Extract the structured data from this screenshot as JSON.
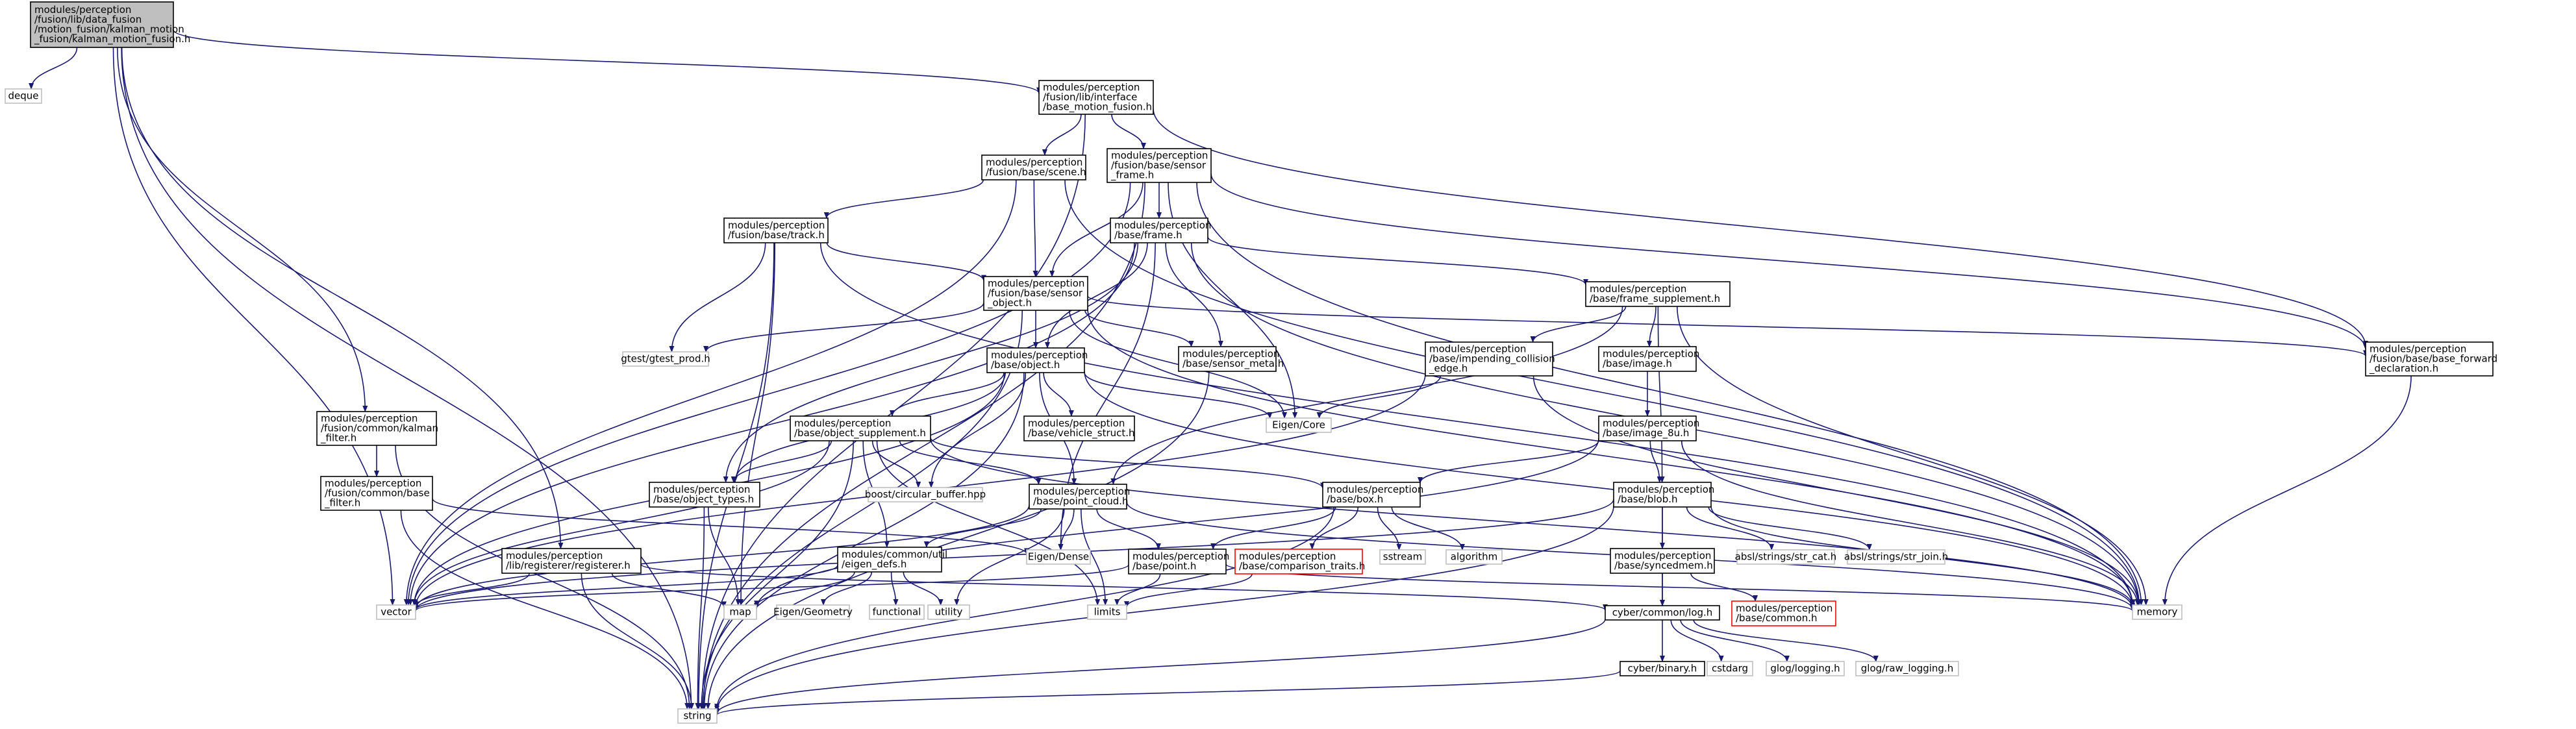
{
  "colors": {
    "edge": "#191970",
    "root_fill": "#bfbfbf",
    "root_stroke": "#000000",
    "header_stroke": "#000000",
    "external_stroke": "#bfbfbf",
    "missing_stroke": "#ff0000",
    "text": "#000000"
  },
  "nodes": [
    {
      "id": "root",
      "kind": "root",
      "lines": [
        "modules/perception",
        "/fusion/lib/data_fusion",
        "/motion_fusion/kalman_motion",
        "_fusion/kalman_motion_fusion.h"
      ]
    },
    {
      "id": "deque",
      "kind": "external",
      "lines": [
        "deque"
      ]
    },
    {
      "id": "base_motion_fusion",
      "kind": "header",
      "lines": [
        "modules/perception",
        "/fusion/lib/interface",
        "/base_motion_fusion.h"
      ]
    },
    {
      "id": "scene",
      "kind": "header",
      "lines": [
        "modules/perception",
        "/fusion/base/scene.h"
      ]
    },
    {
      "id": "sensor_frame",
      "kind": "header",
      "lines": [
        "modules/perception",
        "/fusion/base/sensor",
        "_frame.h"
      ]
    },
    {
      "id": "track",
      "kind": "header",
      "lines": [
        "modules/perception",
        "/fusion/base/track.h"
      ]
    },
    {
      "id": "frame",
      "kind": "header",
      "lines": [
        "modules/perception",
        "/base/frame.h"
      ]
    },
    {
      "id": "sensor_object",
      "kind": "header",
      "lines": [
        "modules/perception",
        "/fusion/base/sensor",
        "_object.h"
      ]
    },
    {
      "id": "frame_supplement",
      "kind": "header",
      "lines": [
        "modules/perception",
        "/base/frame_supplement.h"
      ]
    },
    {
      "id": "base_forward_declaration",
      "kind": "header",
      "lines": [
        "modules/perception",
        "/fusion/base/base_forward",
        "_declaration.h"
      ]
    },
    {
      "id": "gtest_prod",
      "kind": "external",
      "lines": [
        "gtest/gtest_prod.h"
      ]
    },
    {
      "id": "sensor_meta",
      "kind": "header",
      "lines": [
        "modules/perception",
        "/base/sensor_meta.h"
      ]
    },
    {
      "id": "impending_collision_edge",
      "kind": "header",
      "lines": [
        "modules/perception",
        "/base/impending_collision",
        "_edge.h"
      ]
    },
    {
      "id": "image",
      "kind": "header",
      "lines": [
        "modules/perception",
        "/base/image.h"
      ]
    },
    {
      "id": "object",
      "kind": "header",
      "lines": [
        "modules/perception",
        "/base/object.h"
      ]
    },
    {
      "id": "kalman_filter",
      "kind": "header",
      "lines": [
        "modules/perception",
        "/fusion/common/kalman",
        "_filter.h"
      ]
    },
    {
      "id": "object_supplement",
      "kind": "header",
      "lines": [
        "modules/perception",
        "/base/object_supplement.h"
      ]
    },
    {
      "id": "vehicle_struct",
      "kind": "header",
      "lines": [
        "modules/perception",
        "/base/vehicle_struct.h"
      ]
    },
    {
      "id": "eigen_core",
      "kind": "external",
      "lines": [
        "Eigen/Core"
      ]
    },
    {
      "id": "image_8u",
      "kind": "header",
      "lines": [
        "modules/perception",
        "/base/image_8u.h"
      ]
    },
    {
      "id": "base_filter",
      "kind": "header",
      "lines": [
        "modules/perception",
        "/fusion/common/base",
        "_filter.h"
      ]
    },
    {
      "id": "object_types",
      "kind": "header",
      "lines": [
        "modules/perception",
        "/base/object_types.h"
      ]
    },
    {
      "id": "circular_buffer",
      "kind": "external",
      "lines": [
        "boost/circular_buffer.hpp"
      ]
    },
    {
      "id": "point_cloud",
      "kind": "header",
      "lines": [
        "modules/perception",
        "/base/point_cloud.h"
      ]
    },
    {
      "id": "box",
      "kind": "header",
      "lines": [
        "modules/perception",
        "/base/box.h"
      ]
    },
    {
      "id": "blob",
      "kind": "header",
      "lines": [
        "modules/perception",
        "/base/blob.h"
      ]
    },
    {
      "id": "registerer",
      "kind": "header",
      "lines": [
        "modules/perception",
        "/lib/registerer/registerer.h"
      ]
    },
    {
      "id": "eigen_defs",
      "kind": "header",
      "lines": [
        "modules/common/util",
        "/eigen_defs.h"
      ]
    },
    {
      "id": "eigen_dense",
      "kind": "external",
      "lines": [
        "Eigen/Dense"
      ]
    },
    {
      "id": "point",
      "kind": "header",
      "lines": [
        "modules/perception",
        "/base/point.h"
      ]
    },
    {
      "id": "comparison_traits",
      "kind": "missing",
      "lines": [
        "modules/perception",
        "/base/comparison_traits.h"
      ]
    },
    {
      "id": "sstream",
      "kind": "external",
      "lines": [
        "sstream"
      ]
    },
    {
      "id": "algorithm",
      "kind": "external",
      "lines": [
        "algorithm"
      ]
    },
    {
      "id": "syncedmem",
      "kind": "header",
      "lines": [
        "modules/perception",
        "/base/syncedmem.h"
      ]
    },
    {
      "id": "str_cat",
      "kind": "external",
      "lines": [
        "absl/strings/str_cat.h"
      ]
    },
    {
      "id": "str_join",
      "kind": "external",
      "lines": [
        "absl/strings/str_join.h"
      ]
    },
    {
      "id": "vector",
      "kind": "external",
      "lines": [
        "vector"
      ]
    },
    {
      "id": "map",
      "kind": "external",
      "lines": [
        "map"
      ]
    },
    {
      "id": "eigen_geometry",
      "kind": "external",
      "lines": [
        "Eigen/Geometry"
      ]
    },
    {
      "id": "functional",
      "kind": "external",
      "lines": [
        "functional"
      ]
    },
    {
      "id": "utility",
      "kind": "external",
      "lines": [
        "utility"
      ]
    },
    {
      "id": "limits",
      "kind": "external",
      "lines": [
        "limits"
      ]
    },
    {
      "id": "cyber_log",
      "kind": "header",
      "lines": [
        "cyber/common/log.h"
      ]
    },
    {
      "id": "perception_common",
      "kind": "missing",
      "lines": [
        "modules/perception",
        "/base/common.h"
      ]
    },
    {
      "id": "memory",
      "kind": "external",
      "lines": [
        "memory"
      ]
    },
    {
      "id": "cyber_binary",
      "kind": "header",
      "lines": [
        "cyber/binary.h"
      ]
    },
    {
      "id": "cstdarg",
      "kind": "external",
      "lines": [
        "cstdarg"
      ]
    },
    {
      "id": "glog_logging",
      "kind": "external",
      "lines": [
        "glog/logging.h"
      ]
    },
    {
      "id": "glog_raw_logging",
      "kind": "external",
      "lines": [
        "glog/raw_logging.h"
      ]
    },
    {
      "id": "string",
      "kind": "external",
      "lines": [
        "string"
      ]
    }
  ],
  "edges": [
    [
      "root",
      "deque"
    ],
    [
      "root",
      "base_motion_fusion"
    ],
    [
      "root",
      "kalman_filter"
    ],
    [
      "root",
      "registerer"
    ],
    [
      "root",
      "vector"
    ],
    [
      "root",
      "string"
    ],
    [
      "base_motion_fusion",
      "scene"
    ],
    [
      "base_motion_fusion",
      "sensor_frame"
    ],
    [
      "base_motion_fusion",
      "base_forward_declaration"
    ],
    [
      "base_motion_fusion",
      "string"
    ],
    [
      "scene",
      "track"
    ],
    [
      "scene",
      "sensor_object"
    ],
    [
      "scene",
      "vector"
    ],
    [
      "scene",
      "memory"
    ],
    [
      "sensor_frame",
      "frame"
    ],
    [
      "sensor_frame",
      "sensor_object"
    ],
    [
      "sensor_frame",
      "base_forward_declaration"
    ],
    [
      "sensor_frame",
      "eigen_core"
    ],
    [
      "sensor_frame",
      "memory"
    ],
    [
      "sensor_frame",
      "string"
    ],
    [
      "sensor_frame",
      "vector"
    ],
    [
      "track",
      "sensor_object"
    ],
    [
      "track",
      "gtest_prod"
    ],
    [
      "track",
      "map"
    ],
    [
      "track",
      "memory"
    ],
    [
      "track",
      "string"
    ],
    [
      "frame",
      "frame_supplement"
    ],
    [
      "frame",
      "object"
    ],
    [
      "frame",
      "sensor_meta"
    ],
    [
      "frame",
      "object_types"
    ],
    [
      "frame",
      "eigen_dense"
    ],
    [
      "frame",
      "memory"
    ],
    [
      "frame",
      "vector"
    ],
    [
      "sensor_object",
      "object"
    ],
    [
      "sensor_object",
      "sensor_meta"
    ],
    [
      "sensor_object",
      "base_forward_declaration"
    ],
    [
      "sensor_object",
      "gtest_prod"
    ],
    [
      "sensor_object",
      "eigen_core"
    ],
    [
      "sensor_object",
      "memory"
    ],
    [
      "sensor_object",
      "string"
    ],
    [
      "frame_supplement",
      "impending_collision_edge"
    ],
    [
      "frame_supplement",
      "image"
    ],
    [
      "frame_supplement",
      "blob"
    ],
    [
      "frame_supplement",
      "point_cloud"
    ],
    [
      "frame_supplement",
      "memory"
    ],
    [
      "base_forward_declaration",
      "memory"
    ],
    [
      "sensor_meta",
      "string"
    ],
    [
      "impending_collision_edge",
      "eigen_core"
    ],
    [
      "impending_collision_edge",
      "vector"
    ],
    [
      "impending_collision_edge",
      "memory"
    ],
    [
      "image",
      "image_8u"
    ],
    [
      "object",
      "object_supplement"
    ],
    [
      "object",
      "vehicle_struct"
    ],
    [
      "object",
      "object_types"
    ],
    [
      "object",
      "point_cloud"
    ],
    [
      "object",
      "circular_buffer"
    ],
    [
      "object",
      "eigen_core"
    ],
    [
      "object",
      "memory"
    ],
    [
      "object",
      "vector"
    ],
    [
      "object",
      "string"
    ],
    [
      "kalman_filter",
      "base_filter"
    ],
    [
      "kalman_filter",
      "string"
    ],
    [
      "object_supplement",
      "object_types"
    ],
    [
      "object_supplement",
      "circular_buffer"
    ],
    [
      "object_supplement",
      "point_cloud"
    ],
    [
      "object_supplement",
      "box"
    ],
    [
      "object_supplement",
      "eigen_defs"
    ],
    [
      "object_supplement",
      "limits"
    ],
    [
      "object_supplement",
      "memory"
    ],
    [
      "object_supplement",
      "string"
    ],
    [
      "object_supplement",
      "vector"
    ],
    [
      "image_8u",
      "blob"
    ],
    [
      "image_8u",
      "box"
    ],
    [
      "image_8u",
      "map"
    ],
    [
      "image_8u",
      "memory"
    ],
    [
      "base_filter",
      "eigen_dense"
    ],
    [
      "base_filter",
      "string"
    ],
    [
      "object_types",
      "map"
    ],
    [
      "object_types",
      "string"
    ],
    [
      "point_cloud",
      "point"
    ],
    [
      "point_cloud",
      "eigen_defs"
    ],
    [
      "point_cloud",
      "eigen_dense"
    ],
    [
      "point_cloud",
      "limits"
    ],
    [
      "point_cloud",
      "utility"
    ],
    [
      "point_cloud",
      "memory"
    ],
    [
      "point_cloud",
      "vector"
    ],
    [
      "box",
      "point"
    ],
    [
      "box",
      "comparison_traits"
    ],
    [
      "box",
      "sstream"
    ],
    [
      "box",
      "algorithm"
    ],
    [
      "box",
      "string"
    ],
    [
      "blob",
      "syncedmem"
    ],
    [
      "blob",
      "cyber_log"
    ],
    [
      "blob",
      "str_cat"
    ],
    [
      "blob",
      "str_join"
    ],
    [
      "blob",
      "memory"
    ],
    [
      "blob",
      "string"
    ],
    [
      "blob",
      "vector"
    ],
    [
      "registerer",
      "cyber_log"
    ],
    [
      "registerer",
      "map"
    ],
    [
      "registerer",
      "string"
    ],
    [
      "registerer",
      "vector"
    ],
    [
      "eigen_defs",
      "map"
    ],
    [
      "eigen_defs",
      "eigen_geometry"
    ],
    [
      "eigen_defs",
      "functional"
    ],
    [
      "eigen_defs",
      "utility"
    ],
    [
      "eigen_defs",
      "vector"
    ],
    [
      "point",
      "limits"
    ],
    [
      "point",
      "vector"
    ],
    [
      "point",
      "memory"
    ],
    [
      "comparison_traits",
      "limits"
    ],
    [
      "syncedmem",
      "cyber_log"
    ],
    [
      "syncedmem",
      "perception_common"
    ],
    [
      "cyber_log",
      "cyber_binary"
    ],
    [
      "cyber_log",
      "cstdarg"
    ],
    [
      "cyber_log",
      "glog_logging"
    ],
    [
      "cyber_log",
      "glog_raw_logging"
    ],
    [
      "cyber_log",
      "string"
    ],
    [
      "cyber_binary",
      "string"
    ]
  ]
}
